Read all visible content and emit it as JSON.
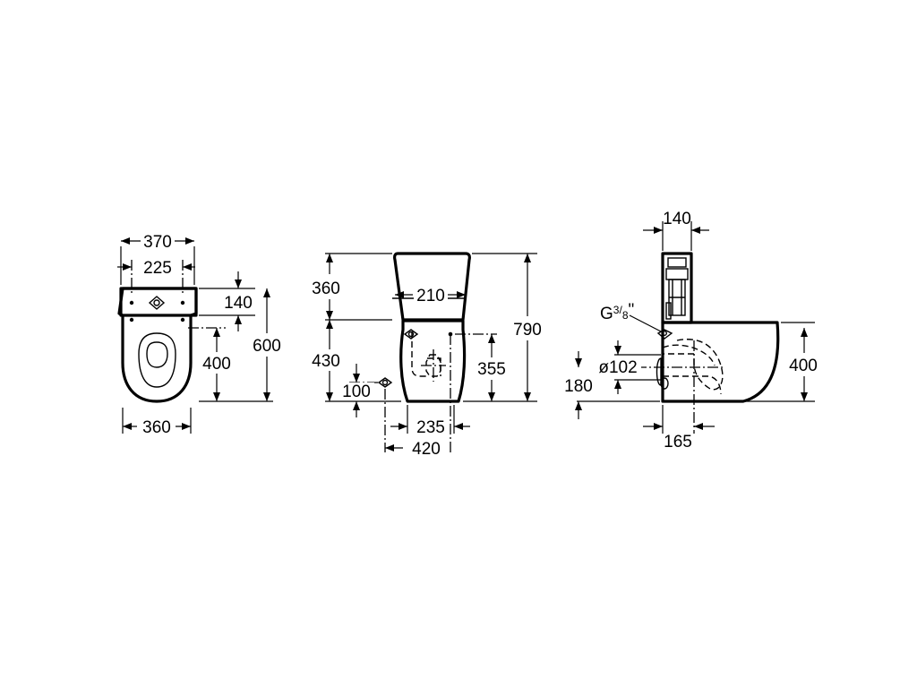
{
  "colors": {
    "ink": "#000000",
    "paper": "#ffffff"
  },
  "views": {
    "top": {
      "dims": {
        "overall_width": "370",
        "fixing_spacing": "225",
        "cistern_depth": "140",
        "fixing_to_outlet": "400",
        "overall_length": "600",
        "bowl_width": "360"
      }
    },
    "front": {
      "dims": {
        "cistern_height": "360",
        "cistern_inner": "210",
        "bowl_height": "430",
        "water_inlet_height": "355",
        "overall_height": "790",
        "inlet_low_height": "100",
        "base_width": "235",
        "inlet_offset": "420"
      }
    },
    "side": {
      "dims": {
        "cistern_depth": "140",
        "thread_main": "G",
        "thread_num": "3",
        "thread_den": "8",
        "thread_suffix": "\"",
        "outlet_diameter": "ø102",
        "outlet_height": "180",
        "bowl_height": "400",
        "outlet_offset": "165"
      }
    }
  }
}
